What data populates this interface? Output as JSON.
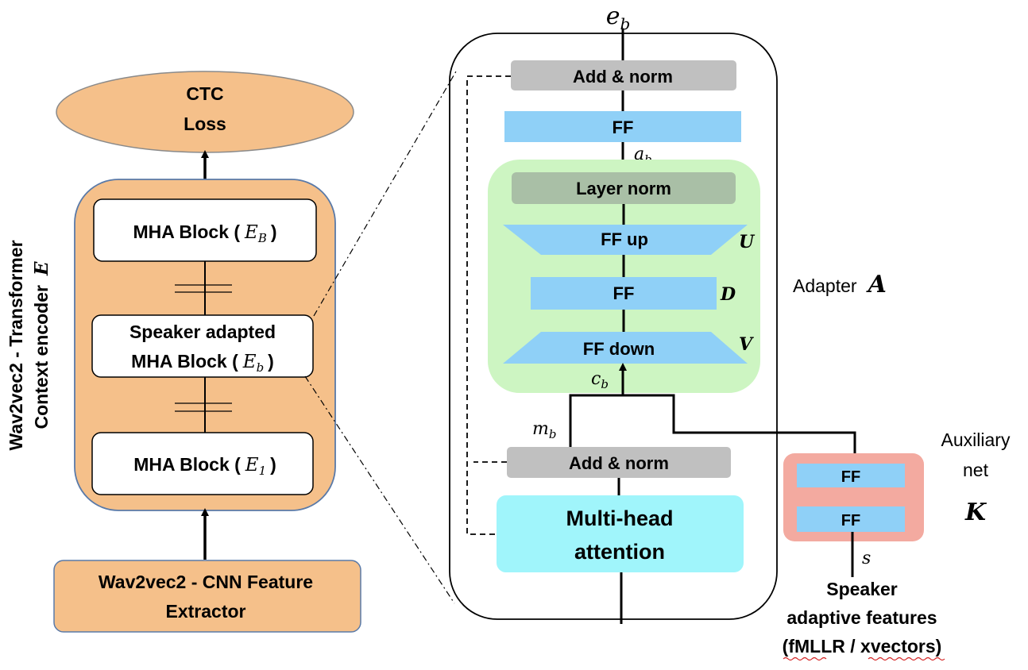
{
  "left": {
    "ctc_line1": "CTC",
    "ctc_line2": "Loss",
    "encoder_title_line1": "Wav2vec2 - Transformer",
    "encoder_title_line2": "Context encoder",
    "encoder_symbol": "E",
    "mha_top": "MHA Block (",
    "mha_top_sym": "E",
    "mha_top_sub": "B",
    "speaker_line1": "Speaker adapted",
    "speaker_line2": "MHA Block (",
    "speaker_sym": "E",
    "speaker_sub": "b",
    "mha_bottom": "MHA Block (",
    "mha_bottom_sym": "E",
    "mha_bottom_sub": "1",
    "close_paren": ")",
    "cnn_line1": "Wav2vec2 - CNN Feature",
    "cnn_line2": "Extractor"
  },
  "right": {
    "output_sym": "e",
    "output_sub": "b",
    "add_norm_top": "Add & norm",
    "ff_top": "FF",
    "a_sym": "a",
    "a_sub": "b",
    "layer_norm": "Layer norm",
    "ff_up": "FF up",
    "u_sym": "U",
    "ff_mid": "FF",
    "d_sym": "D",
    "ff_down": "FF down",
    "v_sym": "V",
    "c_sym": "c",
    "c_sub": "b",
    "m_sym": "m",
    "m_sub": "b",
    "add_norm_bottom": "Add & norm",
    "mha_line1": "Multi-head",
    "mha_line2": "attention",
    "adapter_label": "Adapter",
    "adapter_sym": "A"
  },
  "aux": {
    "label_line1": "Auxiliary",
    "label_line2": "net",
    "sym": "K",
    "ff1": "FF",
    "ff2": "FF",
    "s_sym": "s",
    "feat_line1": "Speaker",
    "feat_line2": "adaptive features",
    "feat_line3": "(fMLLR / xvectors)"
  },
  "colors": {
    "orange": "#f5c08a",
    "blue": "#8fd0f7",
    "green": "#cdf5c2",
    "gray": "#c0c0c0",
    "dark_gray": "#a9bfa6",
    "cyan": "#a0f5fb",
    "pink": "#f3aaa0"
  }
}
